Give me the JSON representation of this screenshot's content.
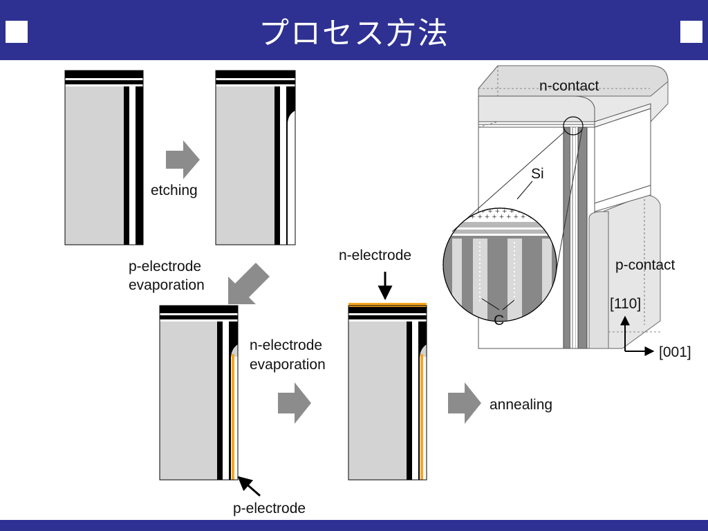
{
  "title": "プロセス方法",
  "labels": {
    "etching": "etching",
    "p_electrode_evaporation_1": "p-electrode",
    "p_electrode_evaporation_2": "evaporation",
    "n_electrode": "n-electrode",
    "n_electrode_evaporation_1": "n-electrode",
    "n_electrode_evaporation_2": "evaporation",
    "annealing": "annealing",
    "p_electrode": "p-electrode",
    "n_contact": "n-contact",
    "p_contact": "p-contact",
    "si": "Si",
    "c": "C",
    "dir_110": "[110]",
    "dir_001": "[001]"
  },
  "colors": {
    "title_bar": "#2e3192",
    "substrate": "#d3d3d3",
    "layer": "#000000",
    "electrode": "#f5a623",
    "arrow": "#8c8c8c"
  }
}
